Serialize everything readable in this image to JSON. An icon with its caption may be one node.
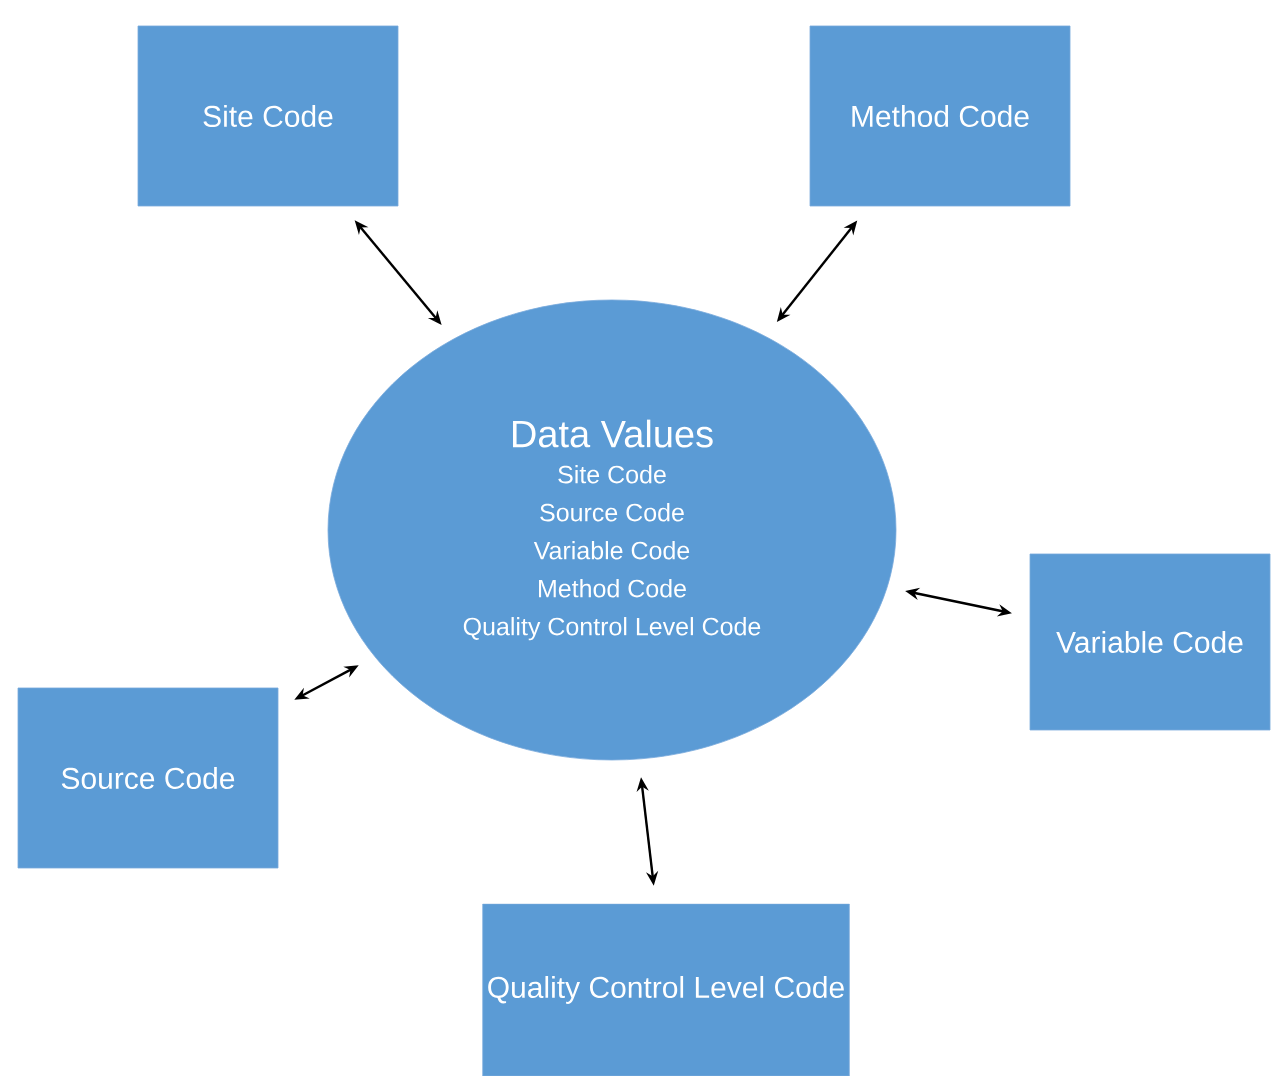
{
  "diagram": {
    "nodes": [
      {
        "text": [
          "Data Values",
          "Site Code",
          "Source Code",
          "Variable Code",
          "Method Code",
          "Quality Control Level Code"
        ]
      },
      {
        "text": [
          "Site Code"
        ]
      },
      {
        "text": [
          "Method Code"
        ]
      },
      {
        "text": [
          "Variable Code"
        ]
      },
      {
        "text": [
          "Source Code"
        ]
      },
      {
        "text": [
          "Quality Control Level Code"
        ]
      }
    ],
    "edges": [
      {
        "from": 1,
        "to": 0,
        "arrow": "both"
      },
      {
        "from": 2,
        "to": 0,
        "arrow": "both"
      },
      {
        "from": 3,
        "to": 0,
        "arrow": "both"
      },
      {
        "from": 4,
        "to": 0,
        "arrow": "both"
      },
      {
        "from": 5,
        "to": 0,
        "arrow": "both"
      }
    ]
  }
}
